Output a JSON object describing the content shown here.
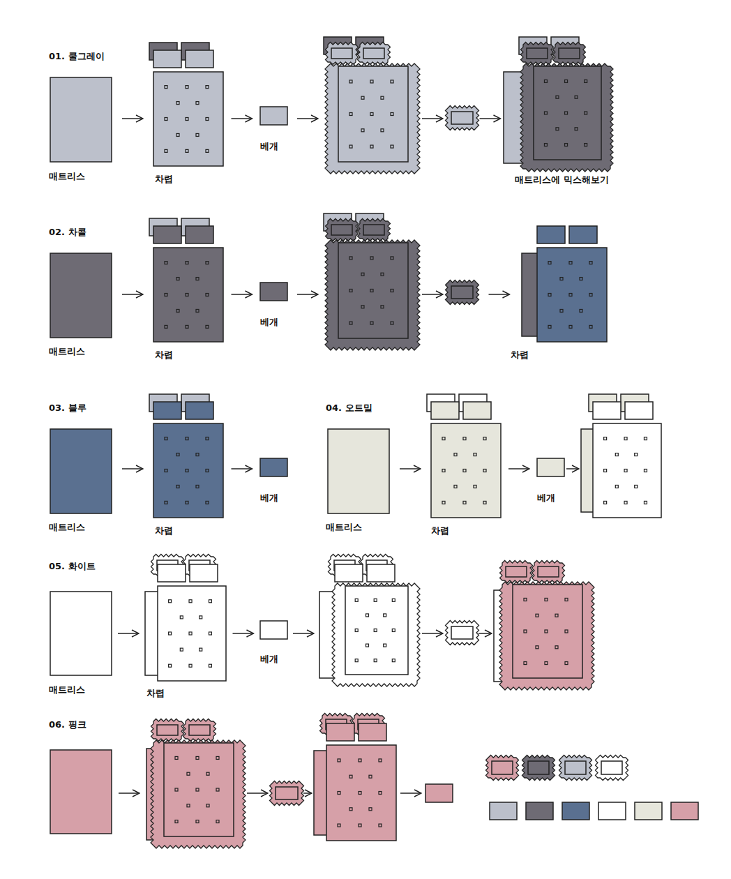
{
  "diagram": {
    "nodes": [
      {
        "text": [
          "매트리스"
        ]
      },
      {
        "text": [
          "차렵"
        ]
      },
      {
        "text": [
          "베개"
        ]
      },
      {
        "text": []
      },
      {
        "text": []
      },
      {
        "text": [
          "매트리스에 믹스해보기"
        ]
      },
      {
        "text": [
          "매트리스"
        ]
      },
      {
        "text": [
          "차렵"
        ]
      },
      {
        "text": [
          "베개"
        ]
      },
      {
        "text": []
      },
      {
        "text": []
      },
      {
        "text": [
          "차렵"
        ]
      },
      {
        "text": [
          "매트리스"
        ]
      },
      {
        "text": [
          "차렵"
        ]
      },
      {
        "text": [
          "베개"
        ]
      },
      {
        "text": [
          "매트리스"
        ]
      },
      {
        "text": [
          "차렵"
        ]
      },
      {
        "text": [
          "베개"
        ]
      },
      {
        "text": []
      },
      {
        "text": [
          "매트리스"
        ]
      },
      {
        "text": [
          "차렵"
        ]
      },
      {
        "text": [
          "베개"
        ]
      },
      {
        "text": []
      },
      {
        "text": []
      },
      {
        "text": []
      },
      {
        "text": []
      },
      {
        "text": []
      },
      {
        "text": []
      },
      {
        "text": []
      },
      {
        "text": []
      }
    ],
    "edges": [
      {
        "from": 0,
        "to": 1,
        "arrow": "to"
      },
      {
        "from": 1,
        "to": 2,
        "arrow": "to"
      },
      {
        "from": 2,
        "to": 3,
        "arrow": "to"
      },
      {
        "from": 3,
        "to": 4,
        "arrow": "to"
      },
      {
        "from": 4,
        "to": 5,
        "arrow": "to"
      },
      {
        "from": 6,
        "to": 7,
        "arrow": "to"
      },
      {
        "from": 7,
        "to": 8,
        "arrow": "to"
      },
      {
        "from": 8,
        "to": 9,
        "arrow": "to"
      },
      {
        "from": 9,
        "to": 10,
        "arrow": "to"
      },
      {
        "from": 10,
        "to": 11,
        "arrow": "to"
      },
      {
        "from": 12,
        "to": 13,
        "arrow": "to"
      },
      {
        "from": 13,
        "to": 14,
        "arrow": "to"
      },
      {
        "from": 15,
        "to": 16,
        "arrow": "to"
      },
      {
        "from": 16,
        "to": 17,
        "arrow": "to"
      },
      {
        "from": 17,
        "to": 18,
        "arrow": "to"
      },
      {
        "from": 19,
        "to": 20,
        "arrow": "to"
      },
      {
        "from": 20,
        "to": 21,
        "arrow": "to"
      },
      {
        "from": 21,
        "to": 22,
        "arrow": "to"
      },
      {
        "from": 22,
        "to": 23,
        "arrow": "to"
      },
      {
        "from": 23,
        "to": 24,
        "arrow": "to"
      },
      {
        "from": 25,
        "to": 26,
        "arrow": "to"
      },
      {
        "from": 26,
        "to": 27,
        "arrow": "to"
      },
      {
        "from": 27,
        "to": 28,
        "arrow": "to"
      },
      {
        "from": 28,
        "to": 29,
        "arrow": "to"
      }
    ],
    "labels": [
      "01. 쿨그레이",
      "02. 차콜",
      "03. 블루",
      "04. 오트밀",
      "05. 화이트",
      "06. 핑크"
    ]
  }
}
